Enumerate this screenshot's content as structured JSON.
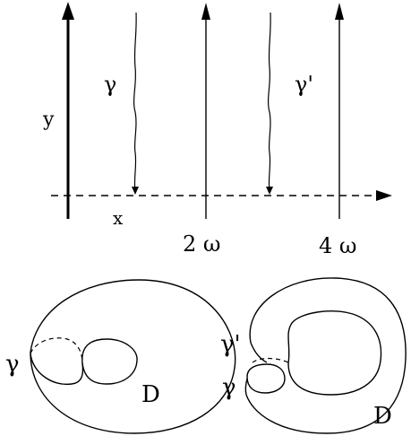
{
  "top_panel": {
    "labels": {
      "y_axis": "y",
      "x_axis": "x",
      "curve_1": "γ",
      "curve_2": "γ'",
      "line_2w": "2 ω",
      "line_4w": "4 ω"
    }
  },
  "bottom_panel": {
    "left_surface": {
      "curve_label": "γ",
      "region_label": "D"
    },
    "right_surface": {
      "curve_label_top": "γ'",
      "curve_label_bottom": "γ",
      "region_label": "D"
    }
  }
}
